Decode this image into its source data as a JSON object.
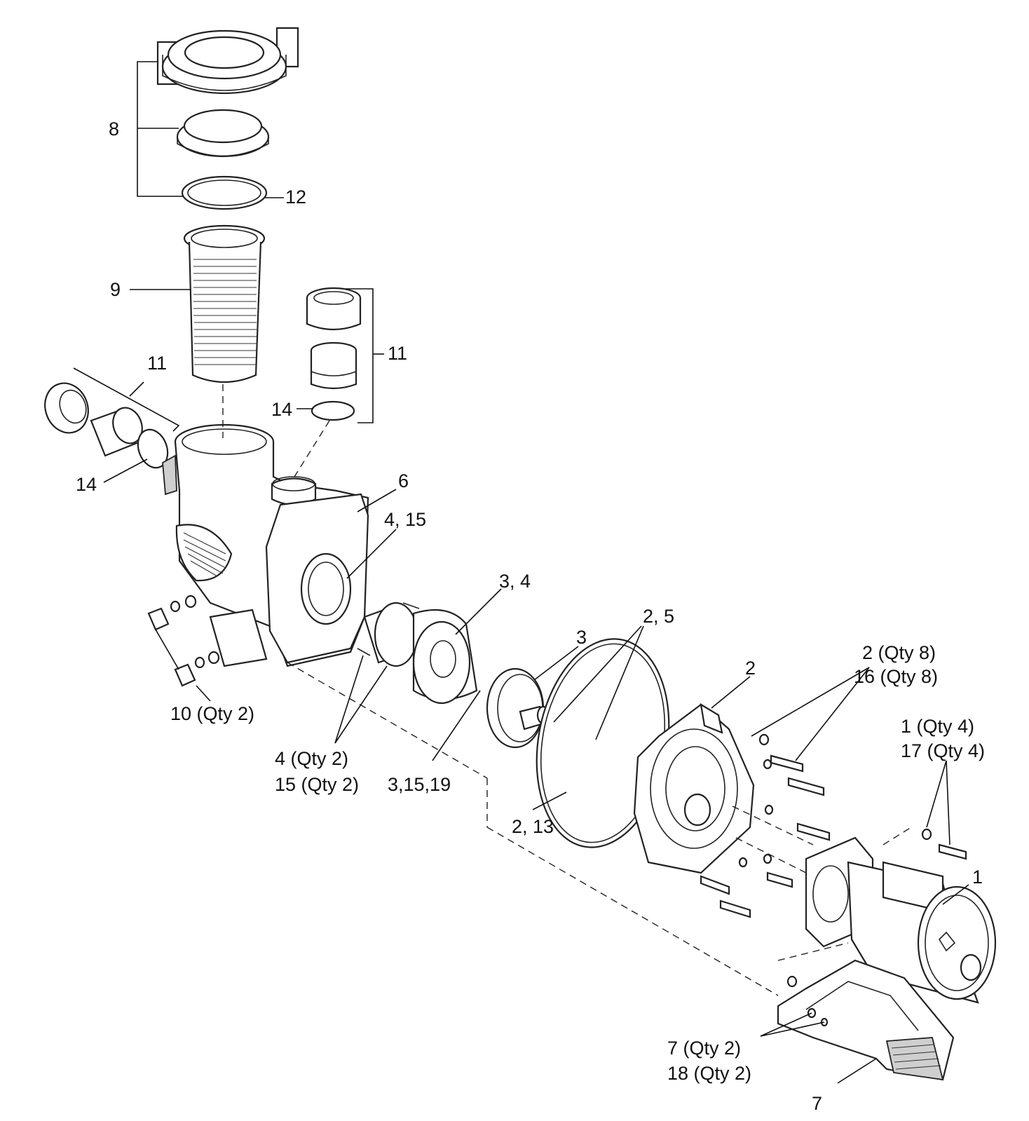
{
  "labels": {
    "l_8": "8",
    "l_12": "12",
    "l_9": "9",
    "l_11_left": "11",
    "l_11_right": "11",
    "l_14_left": "14",
    "l_14_right": "14",
    "l_6": "6",
    "l_4_15": "4, 15",
    "l_3_4": "3, 4",
    "l_3": "3",
    "l_2_5": "2, 5",
    "l_2": "2",
    "l_2_qty8": "2 (Qty 8)",
    "l_16_qty8": "16 (Qty 8)",
    "l_1_qty4": "1 (Qty 4)",
    "l_17_qty4": "17 (Qty 4)",
    "l_1": "1",
    "l_10_qty2": "10 (Qty 2)",
    "l_4_qty2": "4 (Qty 2)",
    "l_15_qty2": "15 (Qty 2)",
    "l_3_15_19": "3,15,19",
    "l_2_13": "2, 13",
    "l_7_qty2": "7 (Qty 2)",
    "l_18_qty2": "18 (Qty 2)",
    "l_7": "7"
  },
  "legend": {
    "artwork_colors": {
      "line": "#222222",
      "background": "#ffffff",
      "shade": "#cfcfcf"
    }
  }
}
